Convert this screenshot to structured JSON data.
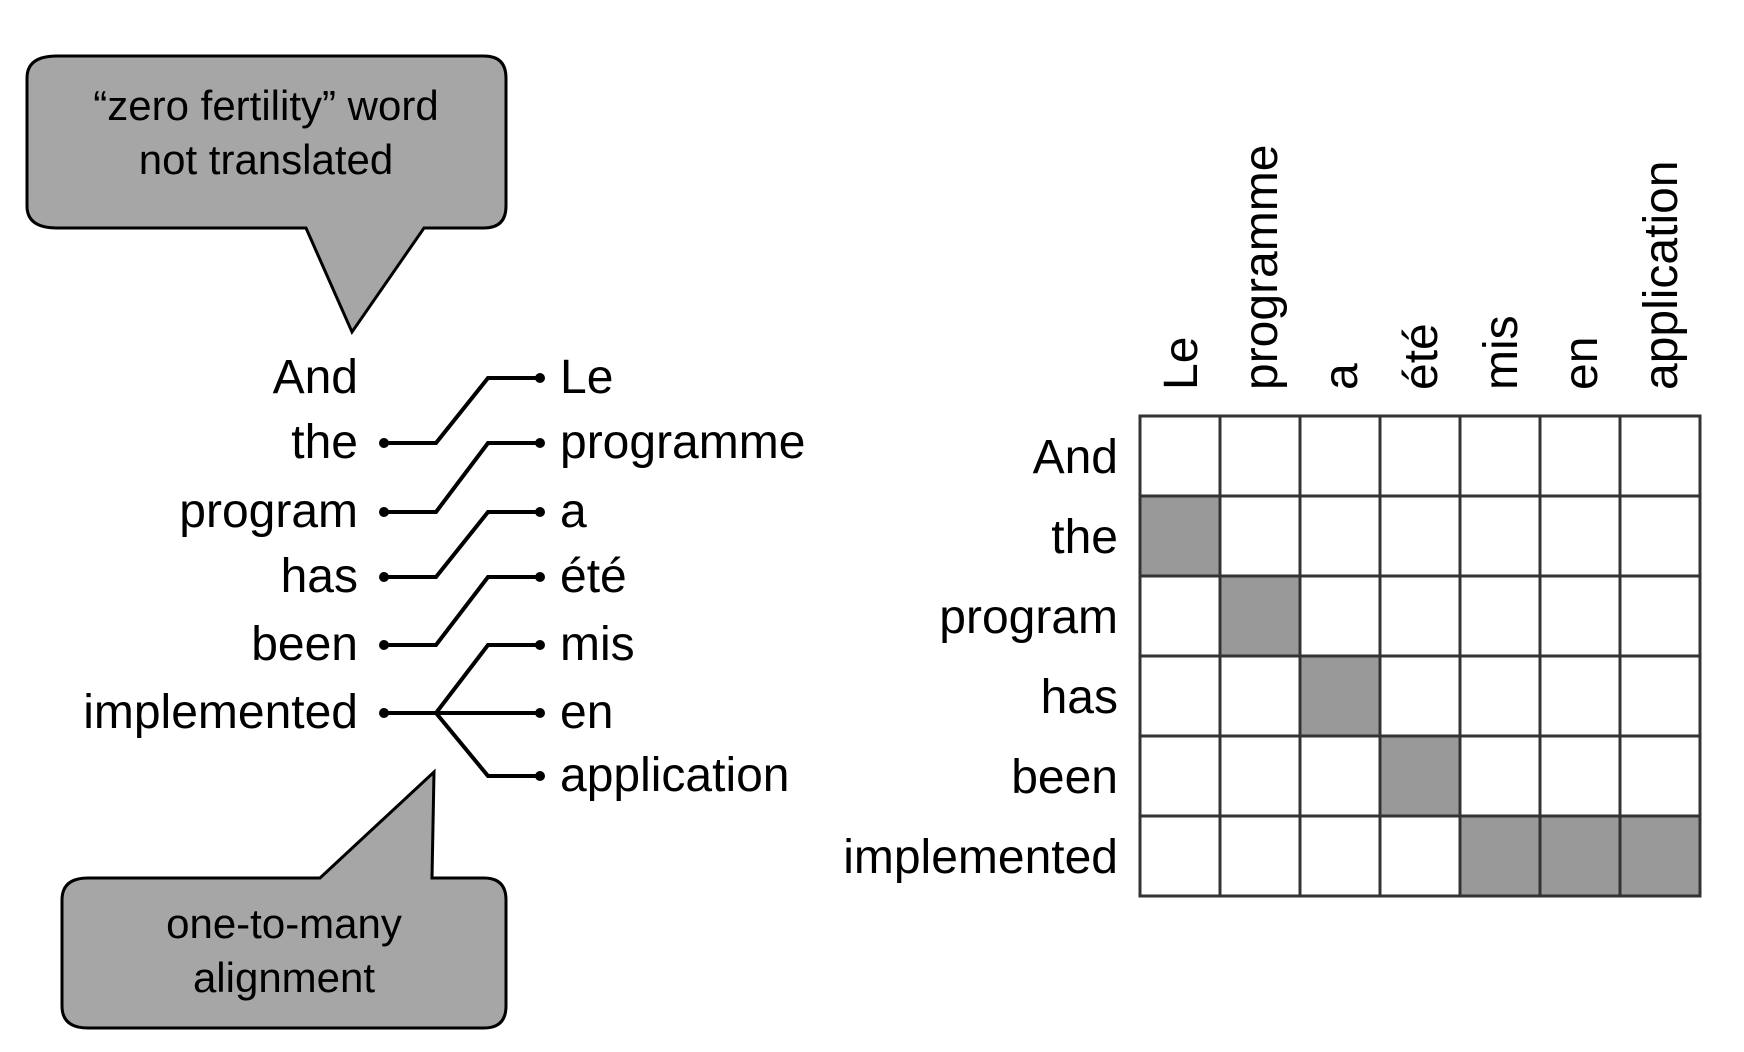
{
  "callouts": {
    "top": {
      "line1": "“zero fertility” word",
      "line2": "not translated"
    },
    "bottom": {
      "line1": "one-to-many",
      "line2": "alignment"
    }
  },
  "english_words": [
    "And",
    "the",
    "program",
    "has",
    "been",
    "implemented"
  ],
  "french_words": [
    "Le",
    "programme",
    "a",
    "été",
    "mis",
    "en",
    "application"
  ],
  "alignments": [
    [
      1,
      0
    ],
    [
      2,
      1
    ],
    [
      3,
      2
    ],
    [
      4,
      3
    ],
    [
      5,
      4
    ],
    [
      5,
      5
    ],
    [
      5,
      6
    ]
  ],
  "matrix": {
    "rows": [
      "And",
      "the",
      "program",
      "has",
      "been",
      "implemented"
    ],
    "columns": [
      "Le",
      "programme",
      "a",
      "été",
      "mis",
      "en",
      "application"
    ],
    "filled": [
      [
        1,
        0
      ],
      [
        2,
        1
      ],
      [
        3,
        2
      ],
      [
        4,
        3
      ],
      [
        5,
        4
      ],
      [
        5,
        5
      ],
      [
        5,
        6
      ]
    ]
  },
  "colors": {
    "callout_fill": "#a6a6a6",
    "cell_fill": "#999999",
    "line": "#000000",
    "grid": "#333333"
  }
}
